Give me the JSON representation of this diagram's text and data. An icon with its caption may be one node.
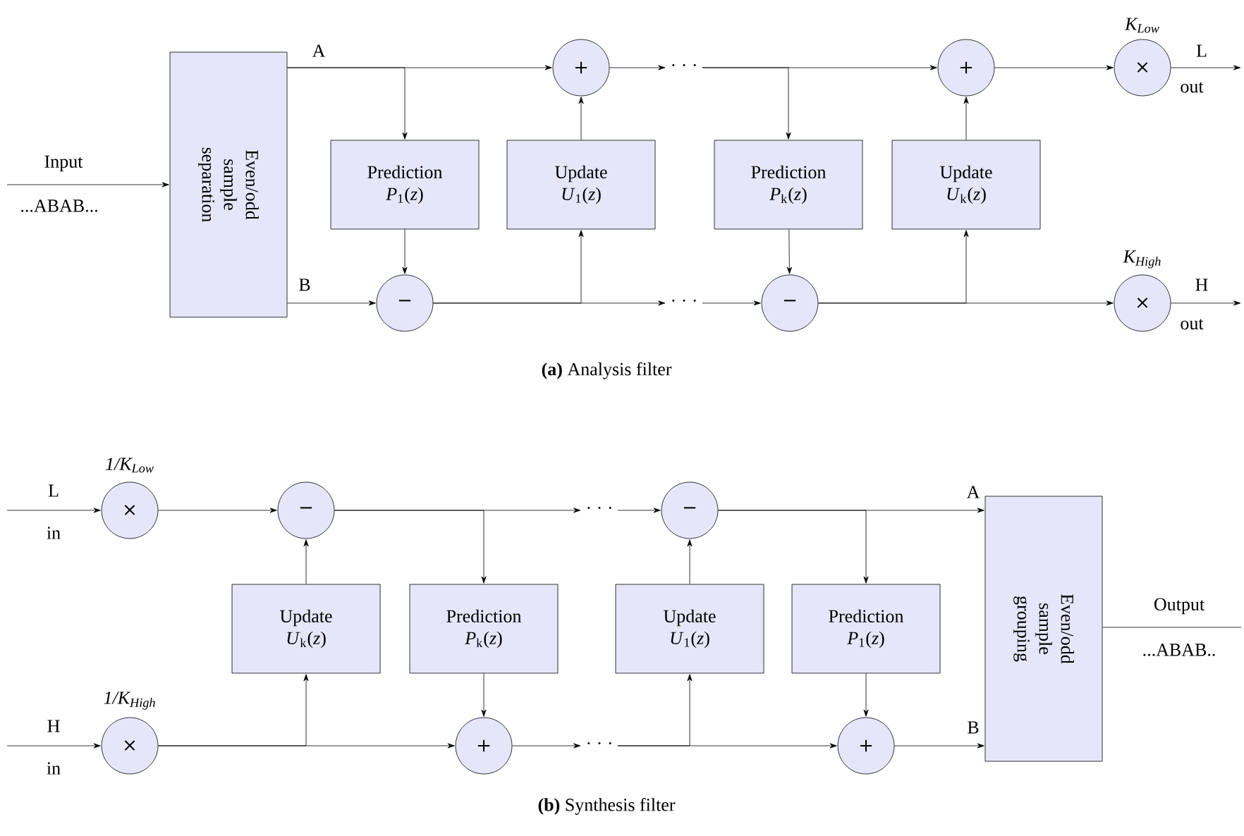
{
  "diagram": {
    "nodes": [
      {
        "text": [
          "Even/odd sample separation"
        ]
      },
      {
        "text": [
          "+"
        ]
      },
      {
        "text": [
          "Prediction",
          "*P*$_{1}$(*z*)"
        ]
      },
      {
        "text": [
          "Update",
          "*U*$_{1}$(*z*)"
        ]
      },
      {
        "text": [
          "· · ·"
        ]
      },
      {
        "text": [
          "Prediction",
          "*P*$_{k}$(*z*)"
        ]
      },
      {
        "text": [
          "Update",
          "*U*$_{k}$(*z*)"
        ]
      },
      {
        "text": [
          "+"
        ]
      },
      {
        "text": [
          "×"
        ],
        "beside": [
          "K$_{Low}$"
        ]
      },
      {
        "text": [
          "−"
        ]
      },
      {
        "text": [
          "· · ·"
        ]
      },
      {
        "text": [
          "−"
        ]
      },
      {
        "text": [
          "×"
        ],
        "beside": [
          "K$_{High}$"
        ]
      },
      {
        "text": [
          "×"
        ],
        "beside": [
          "1/K$_{Low}$"
        ]
      },
      {
        "text": [
          "−"
        ]
      },
      {
        "text": [
          "· · ·"
        ]
      },
      {
        "text": [
          "−"
        ]
      },
      {
        "text": [
          "Update",
          "*U*$_{k}$(*z*)"
        ]
      },
      {
        "text": [
          "Prediction",
          "*P*$_{k}$(*z*)"
        ]
      },
      {
        "text": [
          "Update",
          "*U*$_{1}$(*z*)"
        ]
      },
      {
        "text": [
          "Prediction",
          "*P*$_{1}$(*z*)"
        ]
      },
      {
        "text": [
          "Even/odd sample grouping"
        ]
      },
      {
        "text": [
          "×"
        ],
        "beside": [
          "1/K$_{High}$"
        ]
      },
      {
        "text": [
          "+"
        ]
      },
      {
        "text": [
          "· · ·"
        ]
      },
      {
        "text": [
          "+"
        ]
      }
    ],
    "edges": [
      {
        "from": null,
        "to": 0,
        "arrow": "to",
        "label": "Input"
      },
      {
        "from": 0,
        "to": 1,
        "arrow": "to",
        "label": "A"
      },
      {
        "from": 0,
        "to": 2,
        "arrow": "to"
      },
      {
        "from": 0,
        "to": 9,
        "arrow": "to",
        "label": "B"
      },
      {
        "from": 2,
        "to": 9,
        "arrow": "to"
      },
      {
        "from": 9,
        "to": 3,
        "arrow": "to"
      },
      {
        "from": 3,
        "to": 1,
        "arrow": "to"
      },
      {
        "from": 9,
        "to": 10,
        "arrow": "to"
      },
      {
        "from": 1,
        "to": 4,
        "arrow": "to"
      },
      {
        "from": 4,
        "to": 7,
        "arrow": "to"
      },
      {
        "from": 4,
        "to": 5,
        "arrow": "to"
      },
      {
        "from": 10,
        "to": 11,
        "arrow": "to"
      },
      {
        "from": 5,
        "to": 11,
        "arrow": "to"
      },
      {
        "from": 11,
        "to": 6,
        "arrow": "to"
      },
      {
        "from": 11,
        "to": 12,
        "arrow": "to"
      },
      {
        "from": 6,
        "to": 7,
        "arrow": "to"
      },
      {
        "from": 7,
        "to": 8,
        "arrow": "to"
      },
      {
        "from": 8,
        "to": null,
        "arrow": "to",
        "label": "L"
      },
      {
        "from": 12,
        "to": null,
        "arrow": "to",
        "label": "H"
      },
      {
        "from": null,
        "to": 13,
        "arrow": "to",
        "label": "L"
      },
      {
        "from": null,
        "to": 22,
        "arrow": "to",
        "label": "H"
      },
      {
        "from": 13,
        "to": 14,
        "arrow": "to"
      },
      {
        "from": 17,
        "to": 14,
        "arrow": "to"
      },
      {
        "from": 22,
        "to": 17,
        "arrow": "to"
      },
      {
        "from": 22,
        "to": 23,
        "arrow": "to"
      },
      {
        "from": 14,
        "to": 15,
        "arrow": "to"
      },
      {
        "from": 14,
        "to": 18,
        "arrow": "to"
      },
      {
        "from": 18,
        "to": 23,
        "arrow": "to"
      },
      {
        "from": 23,
        "to": 24,
        "arrow": "to"
      },
      {
        "from": 15,
        "to": 16,
        "arrow": "to"
      },
      {
        "from": 24,
        "to": 19,
        "arrow": "to"
      },
      {
        "from": 19,
        "to": 16,
        "arrow": "to"
      },
      {
        "from": 24,
        "to": 25,
        "arrow": "to"
      },
      {
        "from": 16,
        "to": 21,
        "arrow": "to",
        "label": "A"
      },
      {
        "from": 16,
        "to": 20,
        "arrow": "to"
      },
      {
        "from": 20,
        "to": 25,
        "arrow": "to"
      },
      {
        "from": 25,
        "to": 21,
        "arrow": "to",
        "label": "B"
      },
      {
        "from": 21,
        "to": null,
        "arrow": "none",
        "label": "Output"
      }
    ],
    "labels": [
      "...ABAB...",
      "out",
      "out",
      "**(a)** Analysis filter",
      "in",
      "...ABAB..",
      "in",
      "**(b)** Synthesis filter"
    ]
  }
}
